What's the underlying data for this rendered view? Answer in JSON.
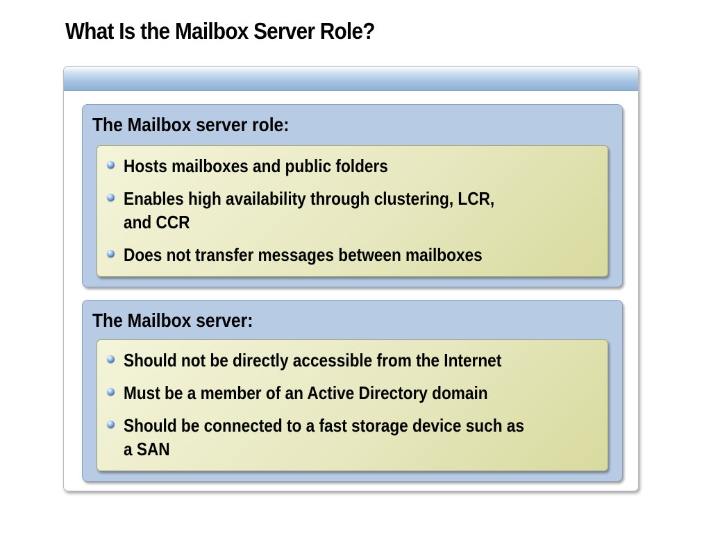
{
  "slide": {
    "title": "What Is the Mailbox Server Role?"
  },
  "sections": [
    {
      "heading": "The Mailbox server role:",
      "bullets": [
        "Hosts mailboxes and public folders",
        "Enables high availability through clustering, LCR,\nand CCR",
        "Does not transfer messages between mailboxes"
      ]
    },
    {
      "heading": "The Mailbox server:",
      "bullets": [
        "Should not be directly accessible from the Internet",
        "Must be a member of an Active Directory domain",
        "Should be connected to a fast storage device such as\na SAN"
      ]
    }
  ],
  "colors": {
    "section_background": "#b8cbe4",
    "inner_box_background": "#e7e8c0",
    "bullet_color": "#3b6fb4",
    "header_bar": "#a9c4e3"
  },
  "icons": {
    "bullet": "sphere-bullet-icon"
  }
}
